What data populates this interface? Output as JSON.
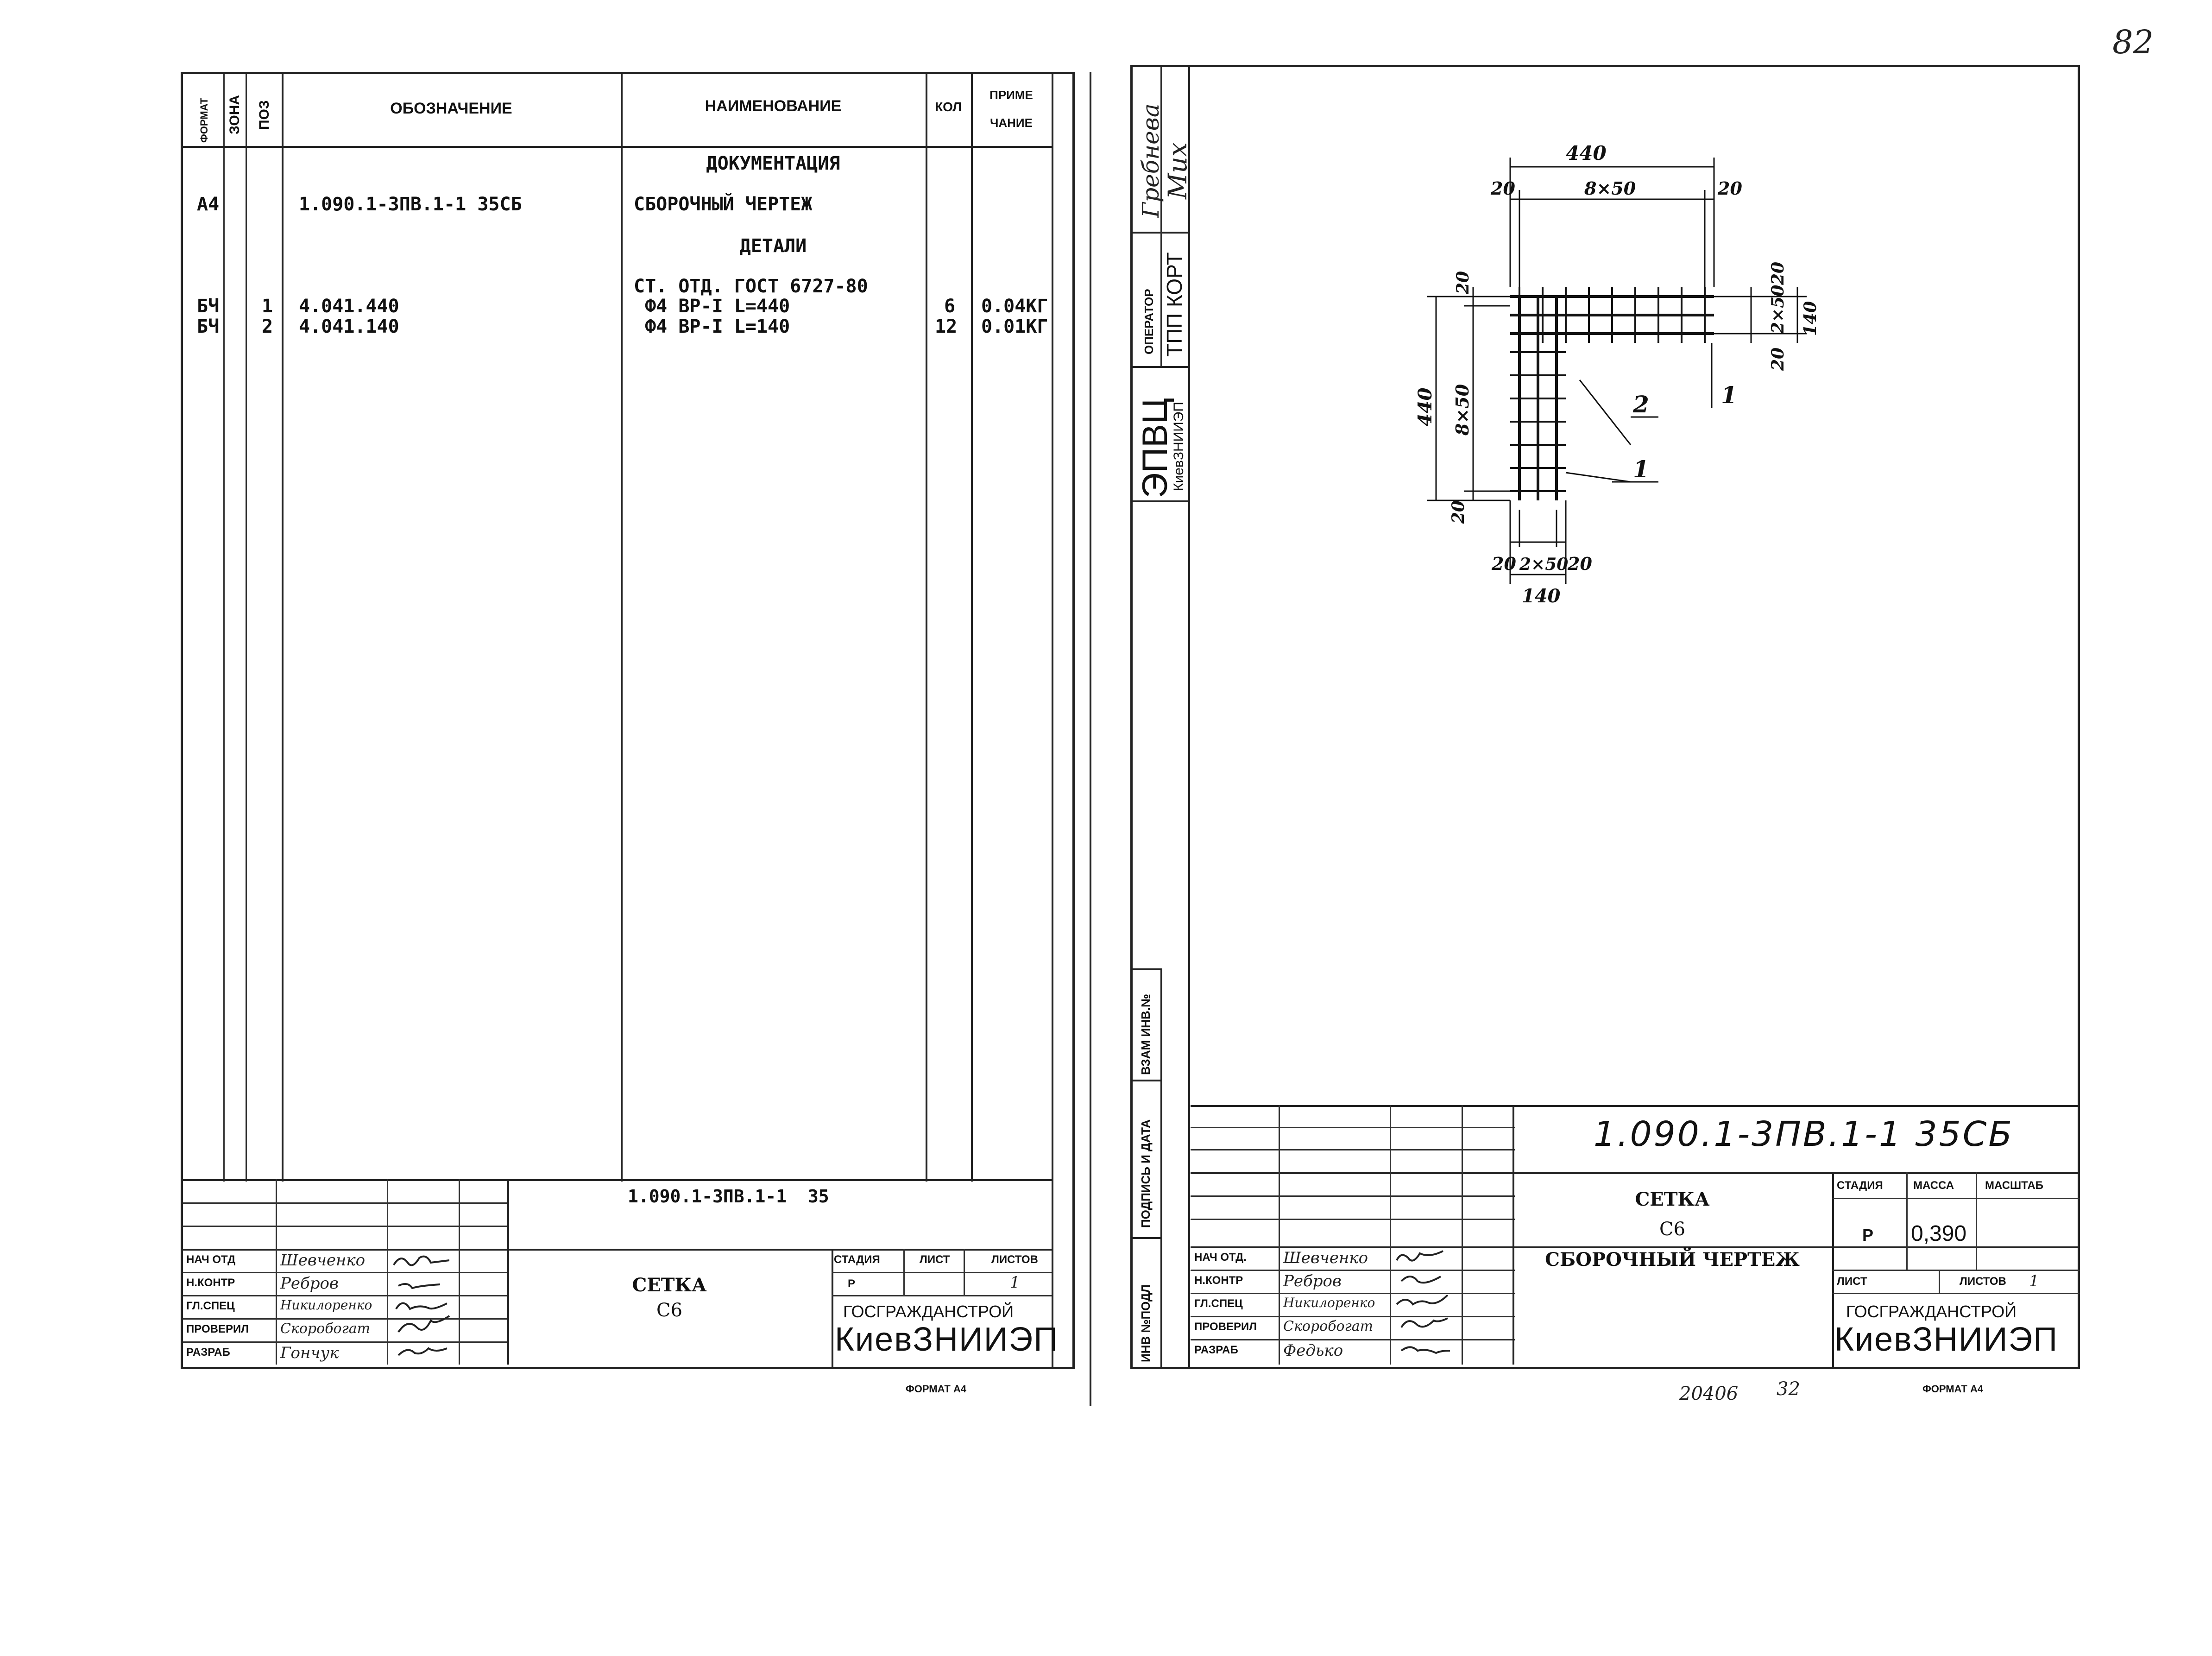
{
  "page_number": "82",
  "left": {
    "headers": {
      "format": "ФОРМАТ",
      "zone": "ЗОНА",
      "pos": "ПОЗ",
      "designation": "ОБОЗНАЧЕНИЕ",
      "name": "НАИМЕНОВАНИЕ",
      "qty": "КОЛ",
      "note_1": "ПРИМЕ",
      "note_2": "ЧАНИЕ"
    },
    "sections": {
      "documentation": "ДОКУМЕНТАЦИЯ",
      "details": "ДЕТАЛИ"
    },
    "rows": [
      {
        "format": "А4",
        "pos": "",
        "designation": "1.090.1-3ПВ.1-1 35СБ",
        "name": "СБОРОЧНЫЙ ЧЕРТЕЖ",
        "qty": "",
        "note": ""
      },
      {
        "format": "",
        "pos": "",
        "designation": "",
        "name": "СТ. ОТД. ГОСТ 6727-80",
        "qty": "",
        "note": ""
      },
      {
        "format": "БЧ",
        "pos": "1",
        "designation": "4.041.440",
        "name": " Ф4 ВР-I L=440",
        "qty": "6",
        "note": "0.04КГ"
      },
      {
        "format": "БЧ",
        "pos": "2",
        "designation": "4.041.140",
        "name": " Ф4 ВР-I L=140",
        "qty": "12",
        "note": "0.01КГ"
      }
    ],
    "title_block": {
      "code": "1.090.1-3ПВ.1-1  35",
      "roles": [
        "НАЧ ОТД",
        "Н.КОНТР",
        "ГЛ.СПЕЦ",
        "ПРОВЕРИЛ",
        "РАЗРАБ"
      ],
      "names": [
        "Шевченко",
        "Ребров",
        "Никилоренко",
        "Скоробогат",
        "Гончук"
      ],
      "stage_label": "СТАДИЯ",
      "sheet_label": "ЛИСТ",
      "sheets_label": "ЛИСТОВ",
      "stage": "Р",
      "sheets": "1",
      "item_title": "СЕТКА",
      "item_code": "С6",
      "org_1": "ГОСГРАЖДАНСТРОЙ",
      "org_2": "КиевЗНИИЭП",
      "format": "ФОРМАТ А4"
    }
  },
  "right": {
    "side_stamp": {
      "org": "ЭПВЦ",
      "org_sub": "КиевЗНИИЭП",
      "operator_label": "ОПЕРАТОР",
      "dept": "ТПП КОРТ",
      "sign_1": "Гребнева",
      "sign_2": "Мих",
      "inv_replace": "ВЗАМ ИНВ.№",
      "sign_date": "ПОДПИСЬ И ДАТА",
      "inv_orig": "ИНВ №ПОДЛ"
    },
    "drawing": {
      "dims": {
        "top_total": "440",
        "top_pitch": "8×50",
        "top_left_margin": "20",
        "top_right_margin": "20",
        "left_total": "440",
        "left_pitch": "8×50",
        "left_top_margin": "20",
        "left_bottom_margin": "20",
        "right_top": "20",
        "right_pitch": "2×50",
        "right_total": "140",
        "right_bottom": "20",
        "bottom_left": "20",
        "bottom_pitch": "2×50",
        "bottom_right": "20",
        "bottom_total": "140"
      },
      "callouts": [
        "2",
        "1",
        "1"
      ]
    },
    "title_block": {
      "code": "1.090.1-3ПВ.1-1  35СБ",
      "item_title": "СЕТКА",
      "item_code": "С6",
      "item_desc": "СБОРОЧНЫЙ ЧЕРТЕЖ",
      "stage_label": "СТАДИЯ",
      "mass_label": "МАССА",
      "scale_label": "МАСШТАБ",
      "stage": "Р",
      "mass": "0,390",
      "sheet_label": "ЛИСТ",
      "sheets_label": "ЛИСТОВ",
      "sheets": "1",
      "roles": [
        "НАЧ ОТД.",
        "Н.КОНТР",
        "ГЛ.СПЕЦ",
        "ПРОВЕРИЛ",
        "РАЗРАБ"
      ],
      "names": [
        "Шевченко",
        "Ребров",
        "Никилоренко",
        "Скоробогат",
        "Федько"
      ],
      "org_1": "ГОСГРАЖДАНСТРОЙ",
      "org_2": "КиевЗНИИЭП",
      "archive": "20406",
      "archive_2": "32",
      "format": "ФОРМАТ А4"
    }
  }
}
